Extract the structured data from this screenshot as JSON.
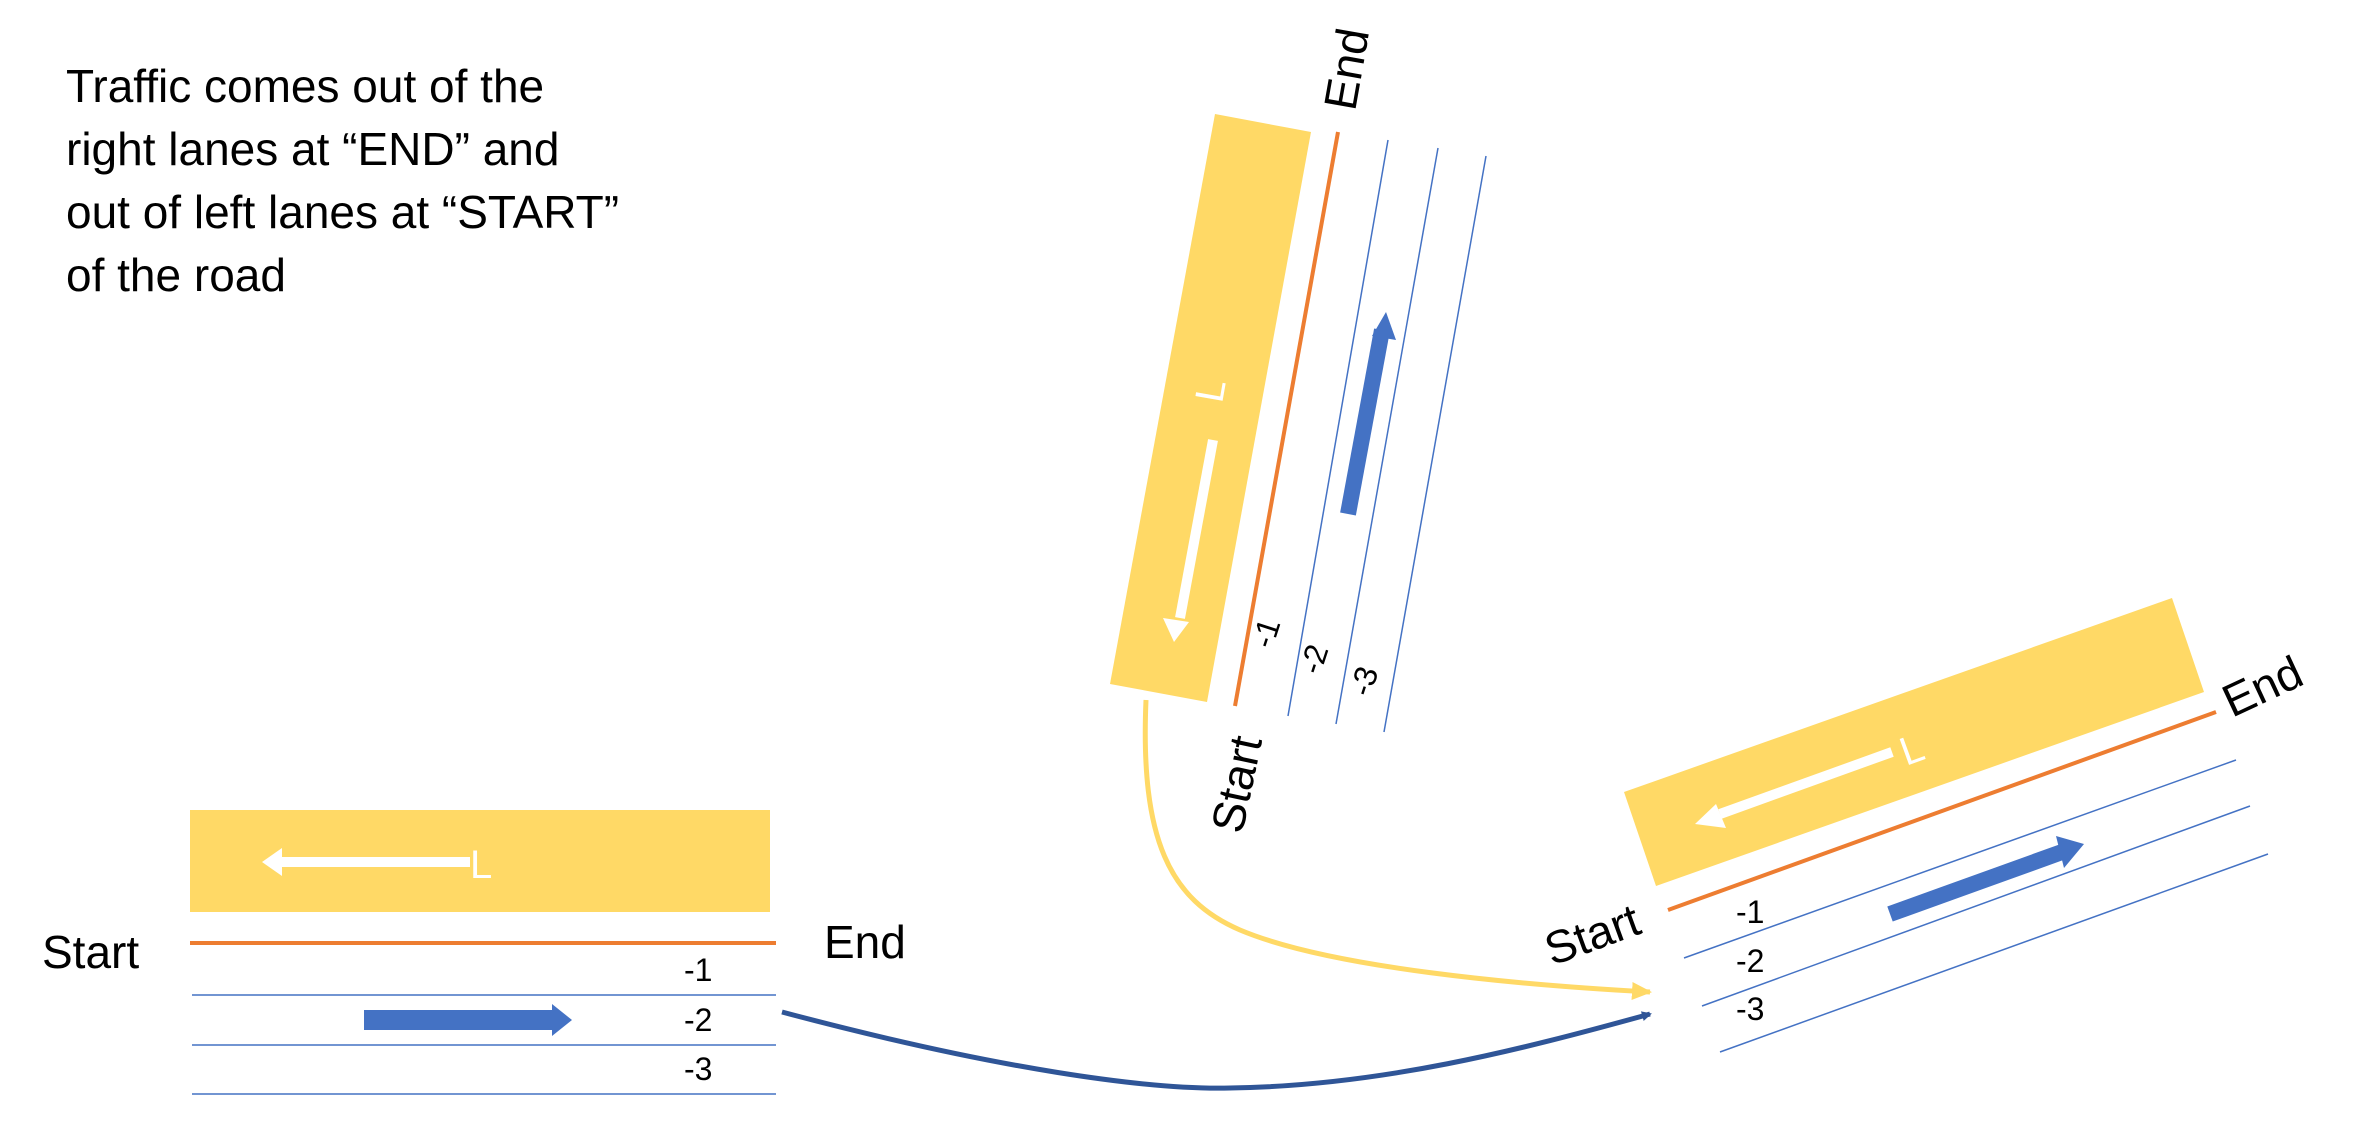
{
  "note": {
    "lines": [
      "Traffic comes out of the",
      "right lanes at “END” and",
      "out of left lanes at “START”",
      "of the road"
    ]
  },
  "labels": {
    "start": "Start",
    "end": "End",
    "left_lane": "L",
    "lane_1": "-1",
    "lane_2": "-2",
    "lane_3": "-3"
  },
  "colors": {
    "left_lane_fill": "#FFD966",
    "reference_line": "#ED7D31",
    "lane_line": "#4472C4",
    "direction_arrow": "#4472C4",
    "connector_from_right_lane": "#2F5597",
    "connector_from_left_lane": "#FFD966"
  }
}
